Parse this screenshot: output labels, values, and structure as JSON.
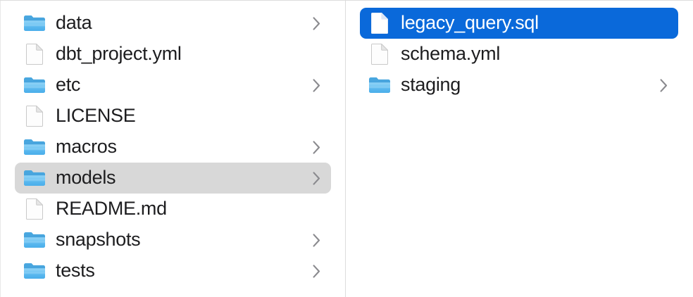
{
  "app": {
    "view": "Finder column view",
    "accent_selected_color": "#0a69da",
    "secondary_selected_color": "#d8d8d8",
    "text_color": "#1d1d1f",
    "folder_icon_color": "#53b9f0",
    "divider_color": "#dcdcdc"
  },
  "columns": [
    {
      "name": "project-root-column",
      "items": [
        {
          "label": "data",
          "icon": "folder-icon",
          "kind": "folder",
          "has_chevron": true,
          "selected": "none"
        },
        {
          "label": "dbt_project.yml",
          "icon": "document-icon",
          "kind": "file",
          "has_chevron": false,
          "selected": "none"
        },
        {
          "label": "etc",
          "icon": "folder-icon",
          "kind": "folder",
          "has_chevron": true,
          "selected": "none"
        },
        {
          "label": "LICENSE",
          "icon": "document-icon",
          "kind": "file",
          "has_chevron": false,
          "selected": "none"
        },
        {
          "label": "macros",
          "icon": "folder-icon",
          "kind": "folder",
          "has_chevron": true,
          "selected": "none"
        },
        {
          "label": "models",
          "icon": "folder-icon",
          "kind": "folder",
          "has_chevron": true,
          "selected": "gray"
        },
        {
          "label": "README.md",
          "icon": "document-icon",
          "kind": "file",
          "has_chevron": false,
          "selected": "none"
        },
        {
          "label": "snapshots",
          "icon": "folder-icon",
          "kind": "folder",
          "has_chevron": true,
          "selected": "none"
        },
        {
          "label": "tests",
          "icon": "folder-icon",
          "kind": "folder",
          "has_chevron": true,
          "selected": "none"
        }
      ]
    },
    {
      "name": "models-folder-column",
      "items": [
        {
          "label": "legacy_query.sql",
          "icon": "document-icon",
          "kind": "file",
          "has_chevron": false,
          "selected": "blue"
        },
        {
          "label": "schema.yml",
          "icon": "document-icon",
          "kind": "file",
          "has_chevron": false,
          "selected": "none"
        },
        {
          "label": "staging",
          "icon": "folder-icon",
          "kind": "folder",
          "has_chevron": true,
          "selected": "none"
        }
      ]
    }
  ]
}
